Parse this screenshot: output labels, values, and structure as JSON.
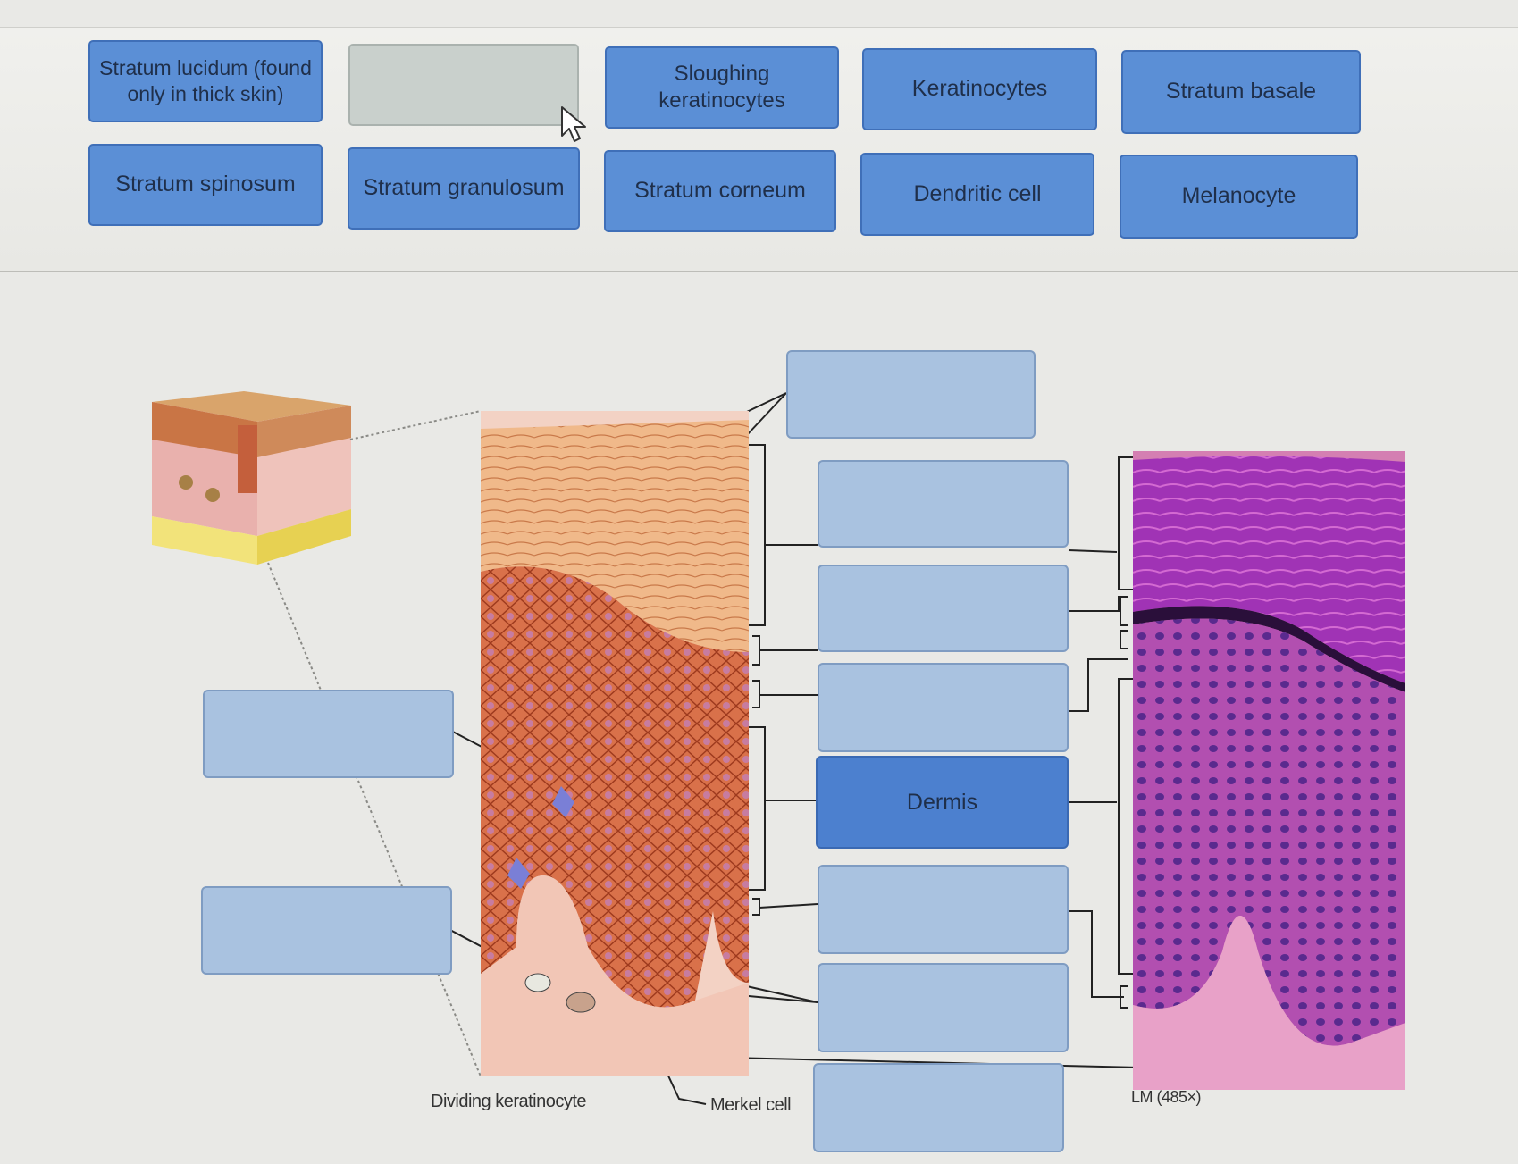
{
  "bank": {
    "chips": [
      {
        "label": "Stratum lucidum (found only in thick skin)"
      },
      {
        "label": ""
      },
      {
        "label": "Sloughing keratinocytes"
      },
      {
        "label": "Keratinocytes"
      },
      {
        "label": "Stratum basale"
      },
      {
        "label": "Stratum spinosum"
      },
      {
        "label": "Stratum granulosum"
      },
      {
        "label": "Stratum corneum"
      },
      {
        "label": "Dendritic cell"
      },
      {
        "label": "Melanocyte"
      }
    ]
  },
  "diagram": {
    "drop_targets": {
      "top": "",
      "left_1": "",
      "left_2": "",
      "center_1": "",
      "center_2": "",
      "center_3": "",
      "center_4": "Dermis",
      "center_5": "",
      "center_6": "",
      "center_7": ""
    },
    "captions": {
      "dividing": "Dividing keratinocyte",
      "merkel": "Merkel cell",
      "lm": "LM (485×)"
    }
  },
  "colors": {
    "chip_blue": "#5b8fd6",
    "drop_empty": "#a9c2e0",
    "drop_filled": "#4c80cf"
  },
  "icons": [
    "mouse-pointer-icon"
  ]
}
